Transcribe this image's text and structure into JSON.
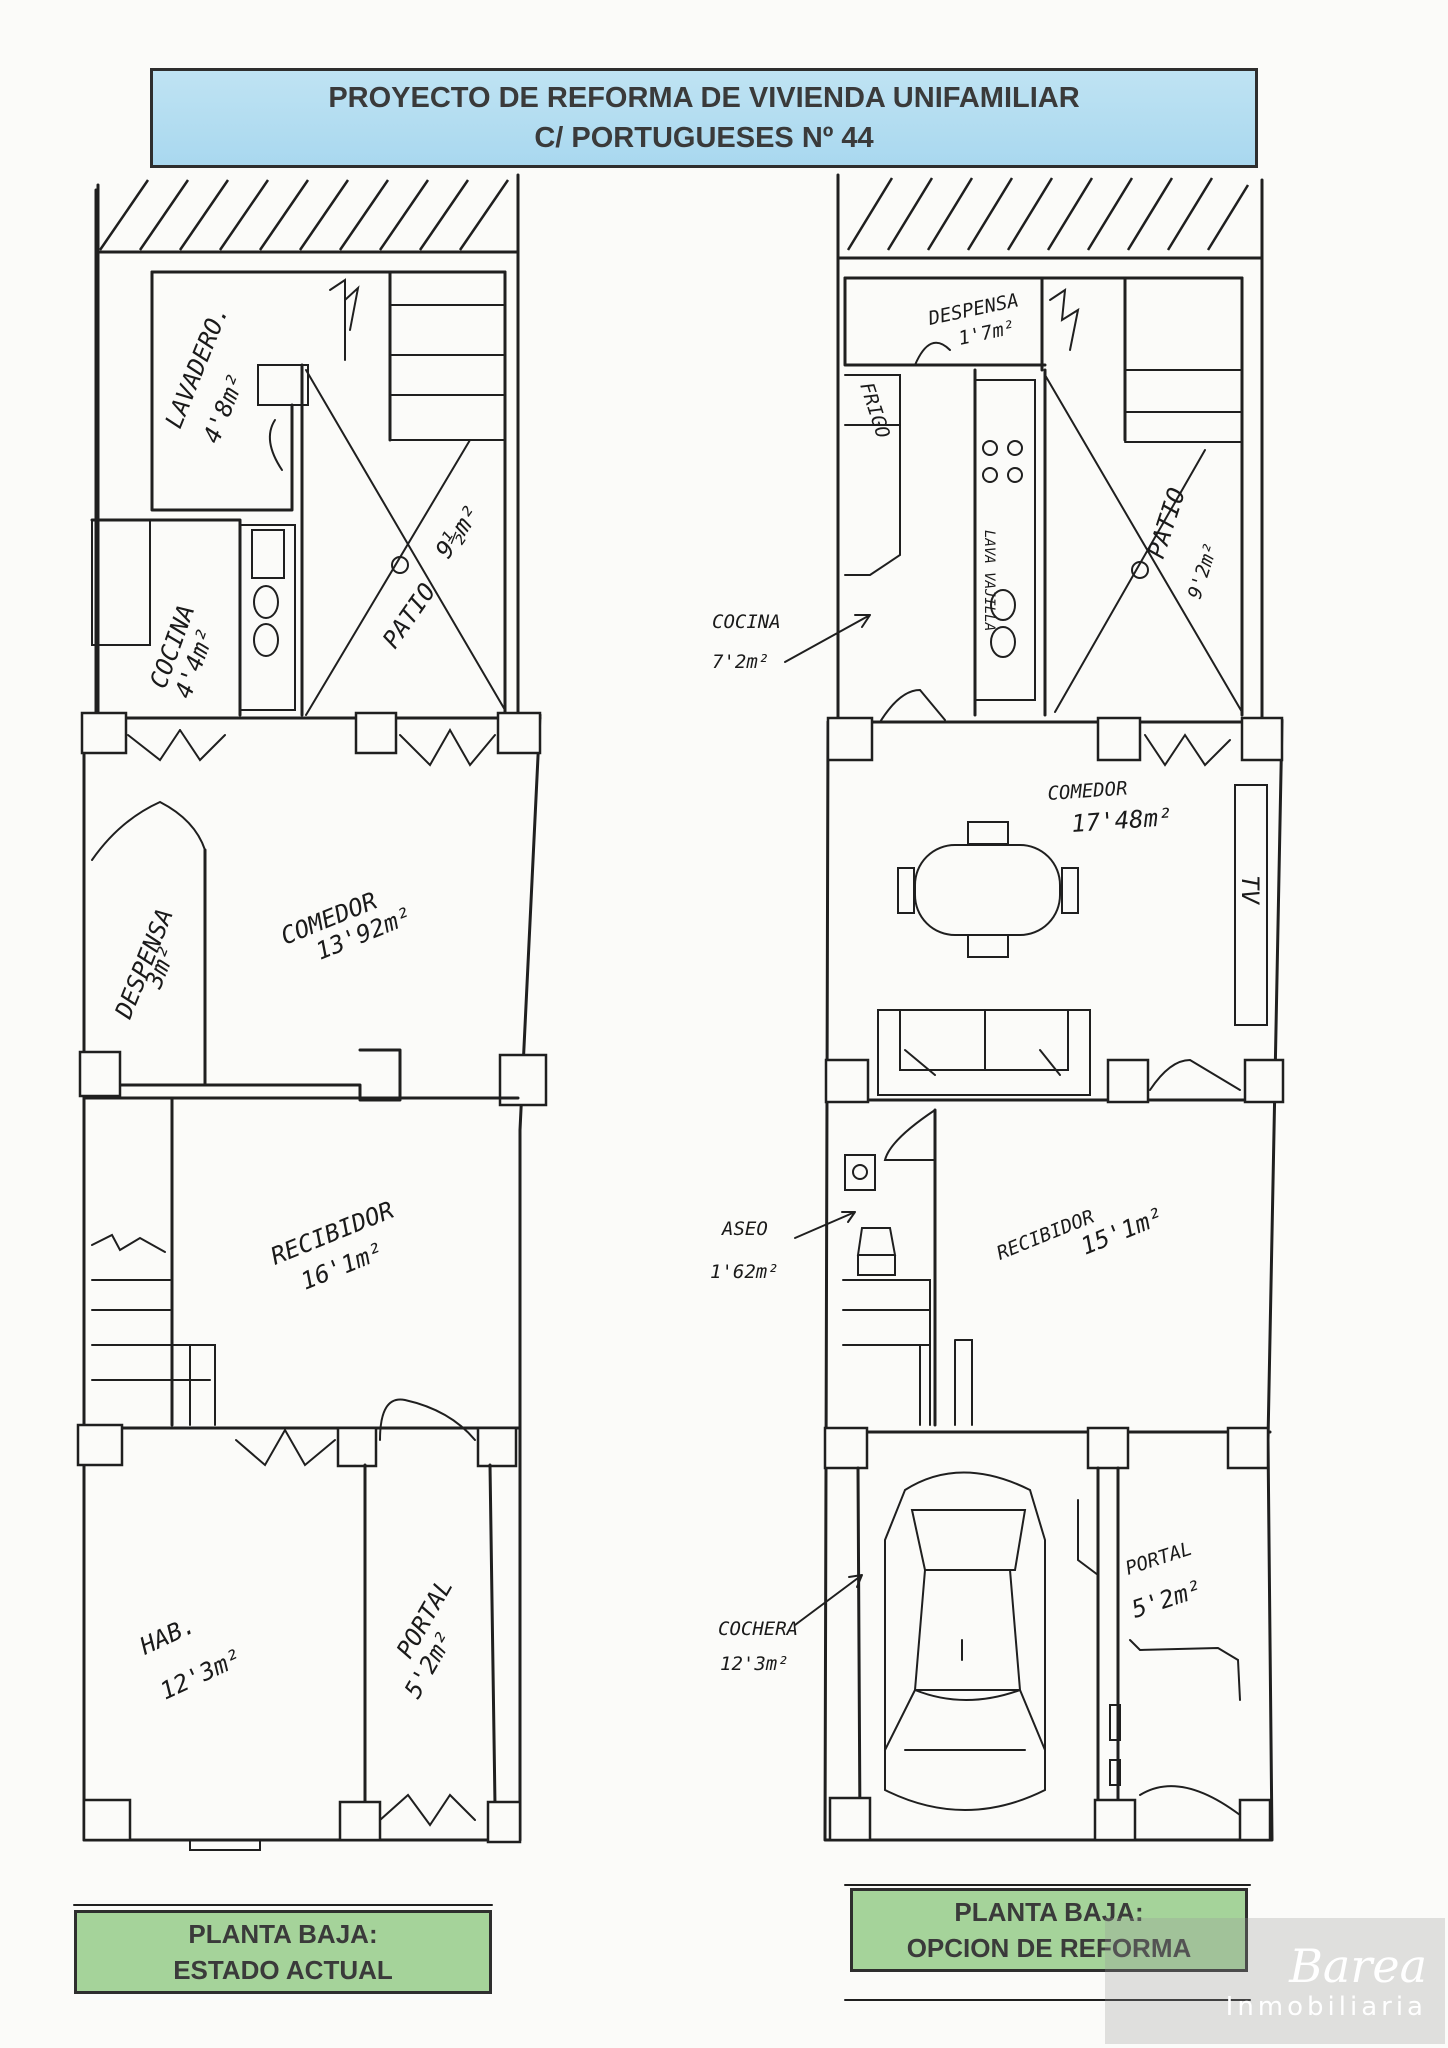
{
  "title": {
    "line1": "PROYECTO DE REFORMA DE VIVIENDA UNIFAMILIAR",
    "line2": "C/ PORTUGUESES Nº 44"
  },
  "plan_left": {
    "caption_line1": "PLANTA BAJA:",
    "caption_line2": "ESTADO ACTUAL",
    "rooms": {
      "lavadero": {
        "name": "LAVADERO.",
        "area": "4'8m²"
      },
      "patio": {
        "name": "PATIO",
        "area": "9½m²"
      },
      "cocina": {
        "name": "COCINA",
        "area": "4'4m²"
      },
      "despensa": {
        "name": "DESPENSA",
        "area": "3m²"
      },
      "comedor": {
        "name": "COMEDOR",
        "area": "13'92m²"
      },
      "recibidor": {
        "name": "RECIBIDOR",
        "area": "16'1m²"
      },
      "hab": {
        "name": "HAB.",
        "area": "12'3m²"
      },
      "portal": {
        "name": "PORTAL",
        "area": "5'2m²"
      }
    }
  },
  "plan_right": {
    "caption_line1": "PLANTA BAJA:",
    "caption_line2": "OPCION DE REFORMA",
    "rooms": {
      "despensa": {
        "name": "DESPENSA",
        "area": "1'7m²"
      },
      "frigo": {
        "name": "FRIGO"
      },
      "lavavajillas": {
        "name": "LAVA VAJILLA"
      },
      "patio": {
        "name": "PATIO",
        "area": "9'2m²"
      },
      "cocina": {
        "name": "COCINA",
        "area": "7'2m²"
      },
      "comedor": {
        "name": "COMEDOR",
        "area": "17'48m²"
      },
      "tv": {
        "name": "TV"
      },
      "aseo": {
        "name": "ASEO",
        "area": "1'62m²"
      },
      "recibidor": {
        "name": "RECIBIDOR",
        "area": "15'1m²"
      },
      "cochera": {
        "name": "COCHERA",
        "area": "12'3m²"
      },
      "portal": {
        "name": "PORTAL",
        "area": "5'2m²"
      }
    }
  },
  "watermark": {
    "brand": "Barea",
    "sub": "Inmobiliaria"
  },
  "colors": {
    "title_bg": "#a9d8ef",
    "caption_bg": "#a5d39a",
    "ink": "#1f1f1f"
  }
}
